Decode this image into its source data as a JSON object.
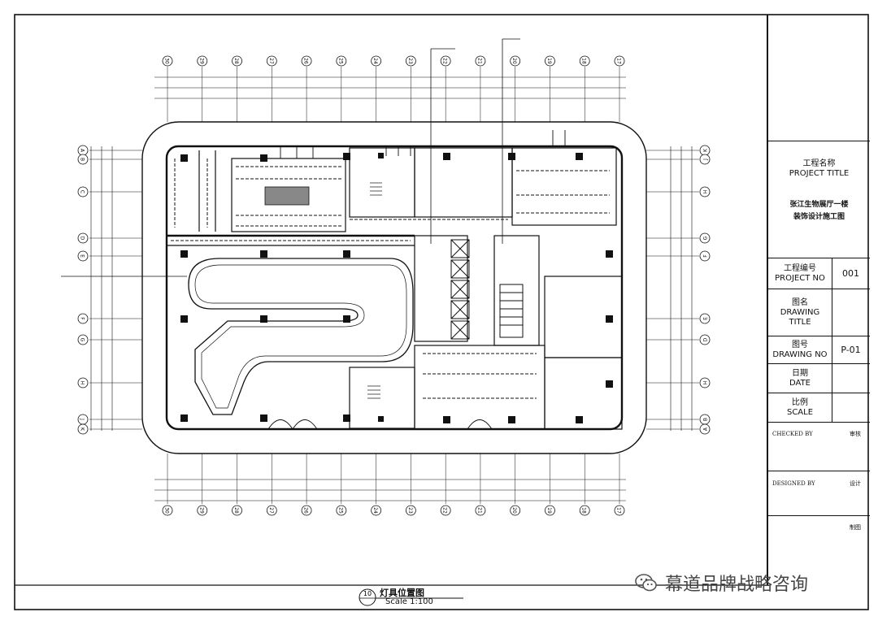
{
  "title_block": {
    "project_title_cn": "工程名称",
    "project_title_en": "PROJECT  TITLE",
    "project_name_line1": "张江生物展厅一楼",
    "project_name_line2": "装饰设计施工图",
    "project_no_cn": "工程编号",
    "project_no_en": "PROJECT NO",
    "project_no_value": "001",
    "drawing_title_cn": "图名",
    "drawing_title_en1": "DRAWING",
    "drawing_title_en2": "TITLE",
    "drawing_no_cn": "图号",
    "drawing_no_en": "DRAWING NO",
    "drawing_no_value": "P-01",
    "date_cn": "日期",
    "date_en": "DATE",
    "scale_cn": "比例",
    "scale_en": "SCALE",
    "checked_by_en": "CHECKED  BY",
    "checked_by_cn": "审核",
    "designed_by_en": "DESIGNED  BY",
    "designed_by_cn": "设计",
    "drawn_by_cn": "制图"
  },
  "caption": {
    "number": "10",
    "title": "灯具位置图",
    "scale": "Scale  1:100"
  },
  "watermark": {
    "text": "幕道品牌战略咨询"
  },
  "grid": {
    "top_axes": [
      "30",
      "29",
      "28",
      "27",
      "26",
      "25",
      "24",
      "23",
      "22",
      "21",
      "20",
      "19",
      "18",
      "17"
    ],
    "left_axes": [
      "A",
      "B",
      "C",
      "D",
      "E",
      "F",
      "G",
      "H",
      "J",
      "K"
    ],
    "right_axes": [
      "K",
      "J",
      "H",
      "G",
      "F",
      "E",
      "D",
      "H",
      "B",
      "A"
    ],
    "colors": {
      "line": "#111111",
      "paper": "#ffffff"
    }
  }
}
